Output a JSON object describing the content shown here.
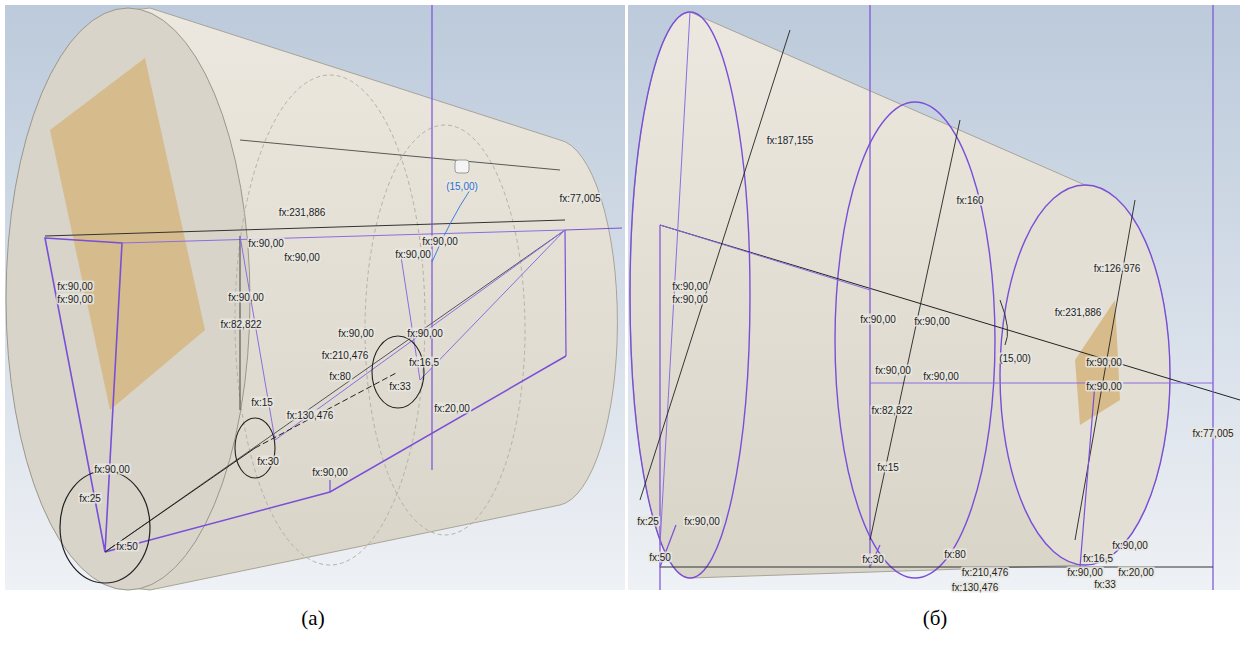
{
  "diagram": {
    "labels": [
      "(15,00)",
      "fx:77,005",
      "fx:231,886",
      "fx:90,00",
      "fx:90,00",
      "fx:90,00",
      "fx:90,00",
      "fx:90,00",
      "fx:90,00",
      "fx:90,00",
      "fx:82,822",
      "fx:90,00",
      "fx:90,00",
      "fx:210,476",
      "fx:80",
      "fx:16,5",
      "fx:33",
      "fx:15",
      "fx:130,476",
      "fx:20,00",
      "fx:30",
      "fx:90,00",
      "fx:90,00",
      "fx:25",
      "fx:50",
      "fx:187,155",
      "fx:160",
      "fx:126,976",
      "fx:90,00",
      "fx:90,00",
      "fx:231,886",
      "fx:90,00",
      "fx:90,00",
      "(15,00)",
      "fx:90,00",
      "fx:90,00",
      "fx:90,00",
      "fx:90,00",
      "fx:82,822",
      "fx:77,005",
      "fx:15",
      "fx:25",
      "fx:90,00",
      "fx:80",
      "fx:16,5",
      "fx:90,00",
      "fx:90,00",
      "fx:20,00",
      "fx:50",
      "fx:30",
      "fx:210,476",
      "fx:33",
      "fx:130,476",
      "(а)",
      "(б)"
    ]
  }
}
